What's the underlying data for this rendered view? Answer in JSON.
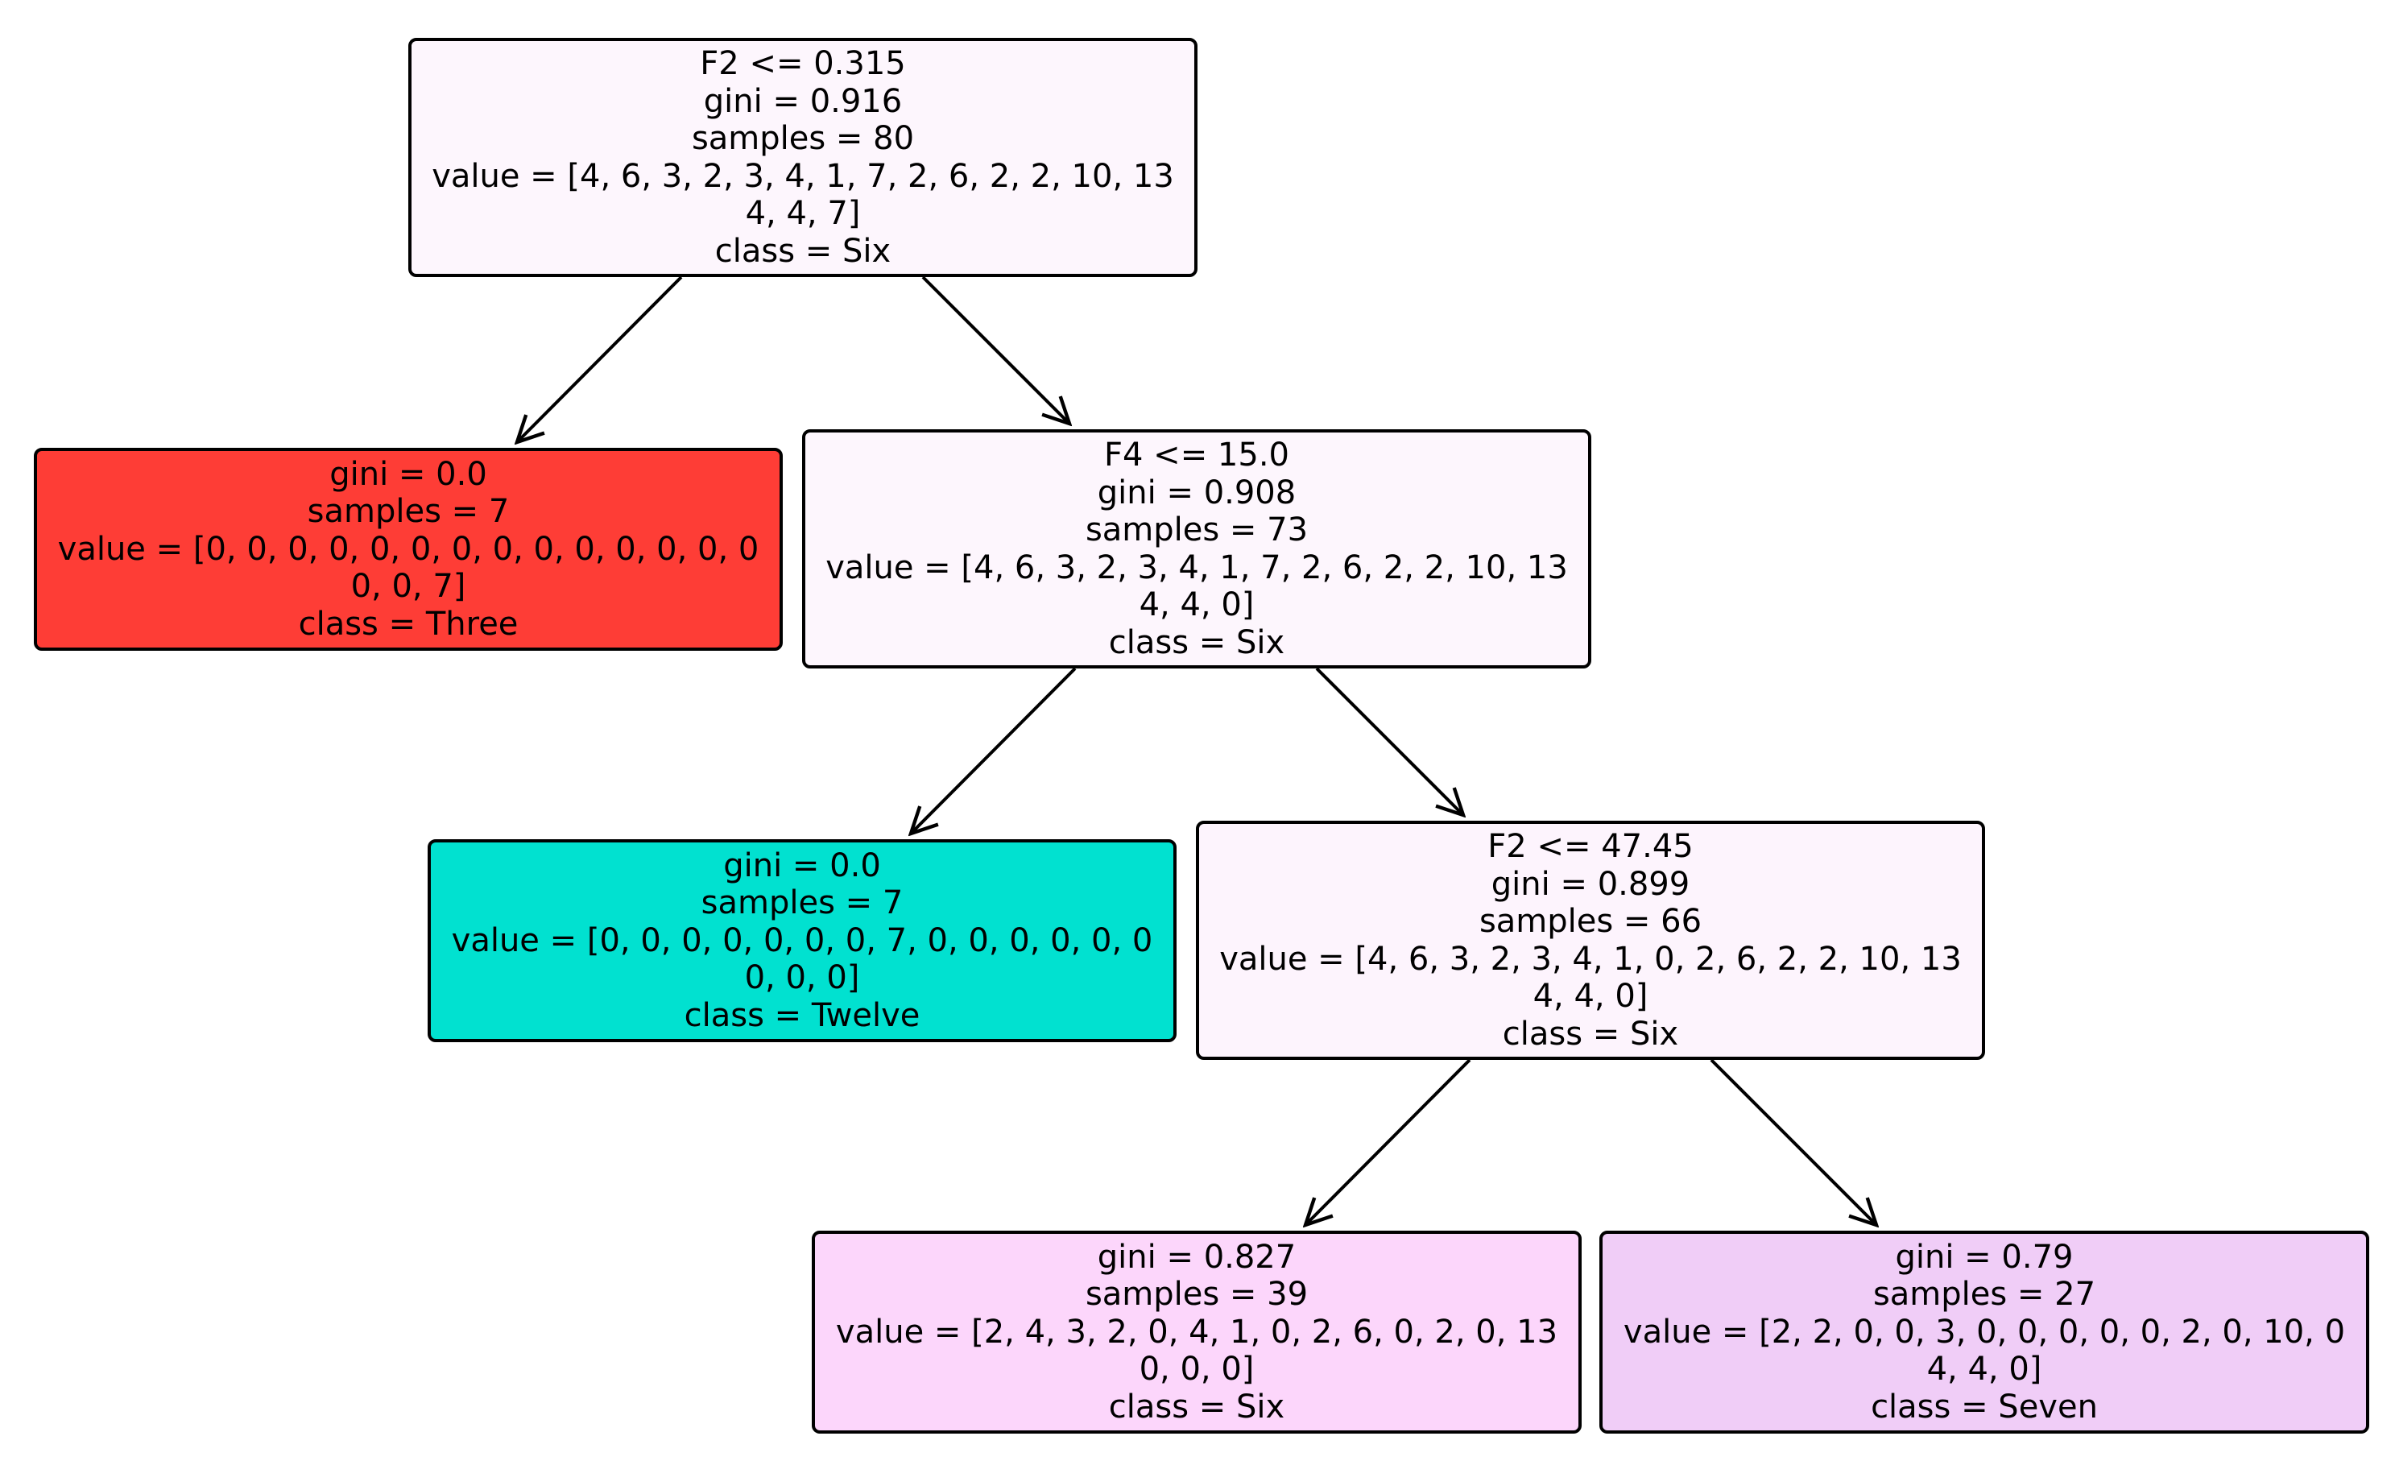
{
  "diagram": {
    "nodes": [
      {
        "id": "node-0",
        "lines": [
          "F2 <= 0.315",
          "gini = 0.916",
          "samples = 80",
          "value = [4, 6, 3, 2, 3, 4, 1, 7, 2, 6, 2, 2, 10, 13",
          "4, 4, 7]",
          "class = Six"
        ],
        "fill": "#fdf6fd"
      },
      {
        "id": "node-1",
        "lines": [
          "gini = 0.0",
          "samples = 7",
          "value = [0, 0, 0, 0, 0, 0, 0, 0, 0, 0, 0, 0, 0, 0",
          "0, 0, 7]",
          "class = Three"
        ],
        "fill": "#fe3d36"
      },
      {
        "id": "node-2",
        "lines": [
          "F4 <= 15.0",
          "gini = 0.908",
          "samples = 73",
          "value = [4, 6, 3, 2, 3, 4, 1, 7, 2, 6, 2, 2, 10, 13",
          "4, 4, 0]",
          "class = Six"
        ],
        "fill": "#fdf6fd"
      },
      {
        "id": "node-3",
        "lines": [
          "gini = 0.0",
          "samples = 7",
          "value = [0, 0, 0, 0, 0, 0, 0, 7, 0, 0, 0, 0, 0, 0",
          "0, 0, 0]",
          "class = Twelve"
        ],
        "fill": "#01e1d0"
      },
      {
        "id": "node-4",
        "lines": [
          "F2 <= 47.45",
          "gini = 0.899",
          "samples = 66",
          "value = [4, 6, 3, 2, 3, 4, 1, 0, 2, 6, 2, 2, 10, 13",
          "4, 4, 0]",
          "class = Six"
        ],
        "fill": "#fdf4fd"
      },
      {
        "id": "node-5",
        "lines": [
          "gini = 0.827",
          "samples = 39",
          "value = [2, 4, 3, 2, 0, 4, 1, 0, 2, 6, 0, 2, 0, 13",
          "0, 0, 0]",
          "class = Six"
        ],
        "fill": "#fcd6fb"
      },
      {
        "id": "node-6",
        "lines": [
          "gini = 0.79",
          "samples = 27",
          "value = [2, 2, 0, 0, 3, 0, 0, 0, 0, 0, 2, 0, 10, 0",
          "4, 4, 0]",
          "class = Seven"
        ],
        "fill": "#f0cdf7"
      }
    ],
    "edges": [
      {
        "from": "node-0",
        "to": "node-1"
      },
      {
        "from": "node-0",
        "to": "node-2"
      },
      {
        "from": "node-2",
        "to": "node-3"
      },
      {
        "from": "node-2",
        "to": "node-4"
      },
      {
        "from": "node-4",
        "to": "node-5"
      },
      {
        "from": "node-4",
        "to": "node-6"
      }
    ],
    "edge_color": "#000000"
  }
}
